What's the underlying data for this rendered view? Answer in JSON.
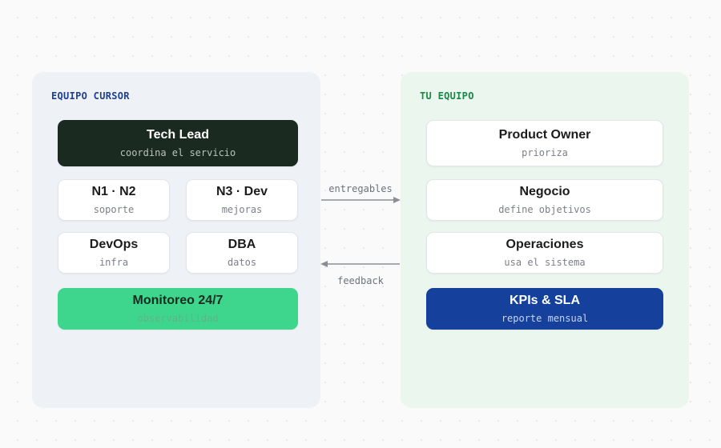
{
  "left_panel": {
    "title": "EQUIPO CURSOR",
    "cards": {
      "tech_lead": {
        "title": "Tech Lead",
        "subtitle": "coordina el servicio"
      },
      "n1_n2": {
        "title": "N1 · N2",
        "subtitle": "soporte"
      },
      "n3_dev": {
        "title": "N3 · Dev",
        "subtitle": "mejoras"
      },
      "devops": {
        "title": "DevOps",
        "subtitle": "infra"
      },
      "dba": {
        "title": "DBA",
        "subtitle": "datos"
      },
      "monitoreo": {
        "title": "Monitoreo 24/7",
        "subtitle": "observabilidad"
      }
    }
  },
  "right_panel": {
    "title": "TU EQUIPO",
    "cards": {
      "product_owner": {
        "title": "Product Owner",
        "subtitle": "prioriza"
      },
      "negocio": {
        "title": "Negocio",
        "subtitle": "define objetivos"
      },
      "operaciones": {
        "title": "Operaciones",
        "subtitle": "usa el sistema"
      },
      "kpis": {
        "title": "KPIs & SLA",
        "subtitle": "reporte mensual"
      }
    }
  },
  "connectors": {
    "top_label": "entregables",
    "bottom_label": "feedback"
  },
  "colors": {
    "dark_card": "#1a2a20",
    "green_card": "#3dd68c",
    "blue_card": "#15409c",
    "left_accent": "#1f3f8f",
    "right_accent": "#178a46"
  }
}
